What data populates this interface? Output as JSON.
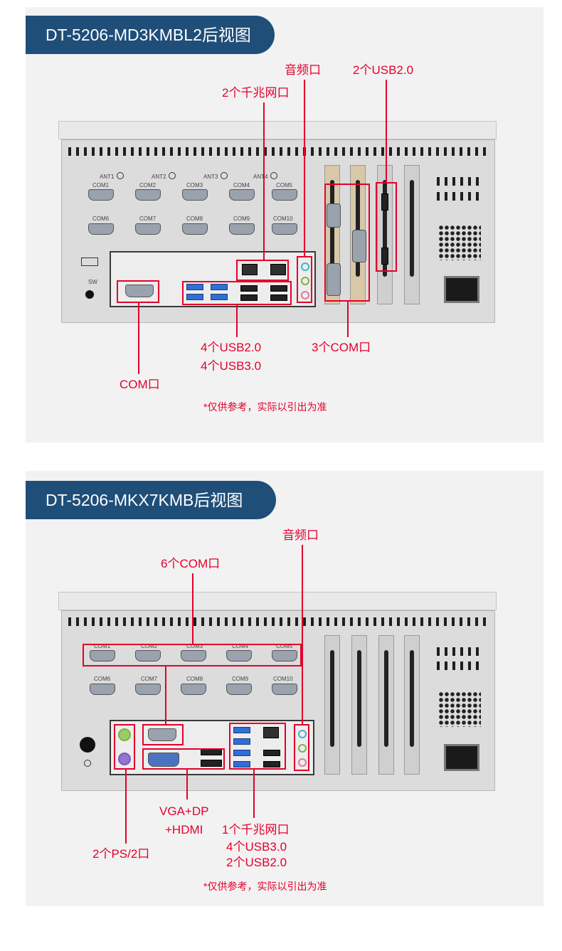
{
  "top": {
    "title": "DT-5206-MD3KMBL2后视图",
    "labels": {
      "audio": "音频口",
      "usb2_top": "2个USB2.0",
      "lan2": "2个千兆网口",
      "usb_front_1": "4个USB2.0",
      "usb_front_2": "4个USB3.0",
      "com3": "3个COM口",
      "com1": "COM口"
    },
    "com_labels": [
      "COM1",
      "COM2",
      "COM3",
      "COM4",
      "COM5",
      "COM6",
      "COM7",
      "COM8",
      "COM9",
      "COM10"
    ],
    "ant_labels": [
      "ANT1",
      "ANT2",
      "ANT3",
      "ANT4"
    ],
    "sw": "SW",
    "note": "*仅供参考，实际以引出为准"
  },
  "bottom": {
    "title": "DT-5206-MKX7KMB后视图",
    "labels": {
      "audio": "音频口",
      "com6": "6个COM口",
      "vga_1": "VGA+DP",
      "vga_2": "+HDMI",
      "lan_1": "1个千兆网口",
      "lan_2": "4个USB3.0",
      "lan_3": "2个USB2.0",
      "ps2": "2个PS/2口"
    },
    "com_labels": [
      "COM1",
      "COM2",
      "COM3",
      "COM4",
      "COM5",
      "COM6",
      "COM7",
      "COM8",
      "COM9",
      "COM10"
    ],
    "note": "*仅供参考，实际以引出为准"
  },
  "colors": {
    "accent": "#1f4e79",
    "callout": "#e4002b",
    "panel": "#f2f2f2"
  }
}
